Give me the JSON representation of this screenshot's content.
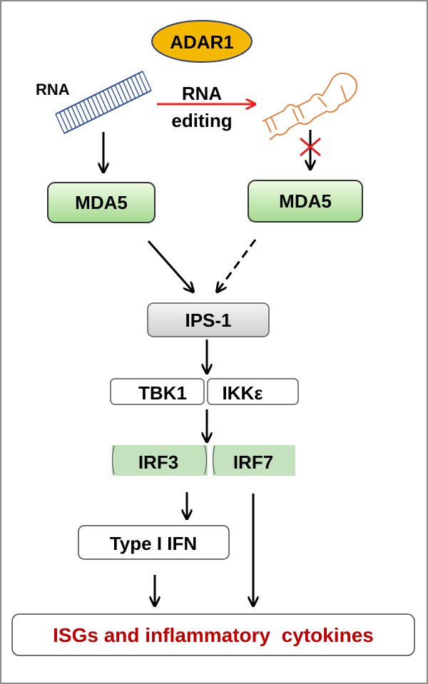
{
  "diagram": {
    "adar1": "ADAR1",
    "rna": "RNA",
    "editing_line1": "RNA",
    "editing_line2": "editing",
    "mda5_left": "MDA5",
    "mda5_right": "MDA5",
    "ips1": "IPS-1",
    "tbk1": "TBK1",
    "ikke": "IKKε",
    "irf3": "IRF3",
    "irf7": "IRF7",
    "type1ifn": "Type I IFN",
    "isgs": "ISGs and inflammatory  cytokines"
  },
  "colors": {
    "adar1_fill": "#f5b800",
    "adar1_stroke": "#2b3f7a",
    "dsrna": "#2e4f9a",
    "edited_rna": "#e87a2e",
    "editing_arrow": "#ee1c1c",
    "block_x": "#e81c1c",
    "mda5_fill_top": "#e9f8de",
    "mda5_fill_bottom": "#9ed68a",
    "ips1_fill": "#dcdcdc",
    "irf_fill": "#c3e2bd",
    "isgs_text": "#c00000"
  }
}
